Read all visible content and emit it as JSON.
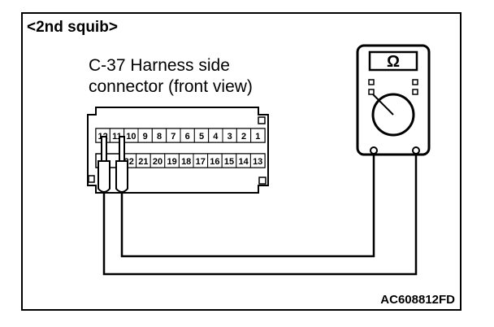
{
  "title": "<2nd squib>",
  "connector_caption_line1": "C-37 Harness side",
  "connector_caption_line2": "connector (front view)",
  "figure_code": "AC608812FD",
  "meter_symbol": "Ω",
  "connector": {
    "top_row": [
      "12",
      "11",
      "10",
      "9",
      "8",
      "7",
      "6",
      "5",
      "4",
      "3",
      "2",
      "1"
    ],
    "bottom_row": [
      "22",
      "21",
      "20",
      "19",
      "18",
      "17",
      "16",
      "15",
      "14",
      "13"
    ]
  },
  "icons": {
    "meter": "ohmmeter-icon",
    "probe": "test-probe-icon"
  }
}
